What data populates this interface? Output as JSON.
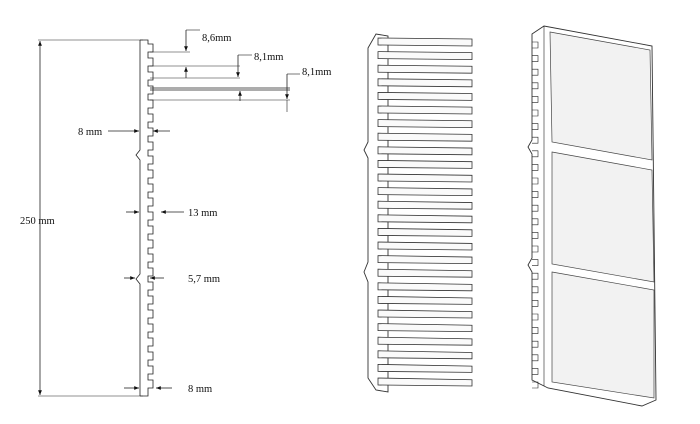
{
  "dimensions": {
    "total_height": "250 mm",
    "top_gap": "8,6mm",
    "fin_thickness": "8,1mm",
    "second_gap": "8,1mm",
    "left_offset": "8 mm",
    "fin_pitch": "13 mm",
    "joint": "5,7 mm",
    "bottom_offset": "8 mm"
  }
}
